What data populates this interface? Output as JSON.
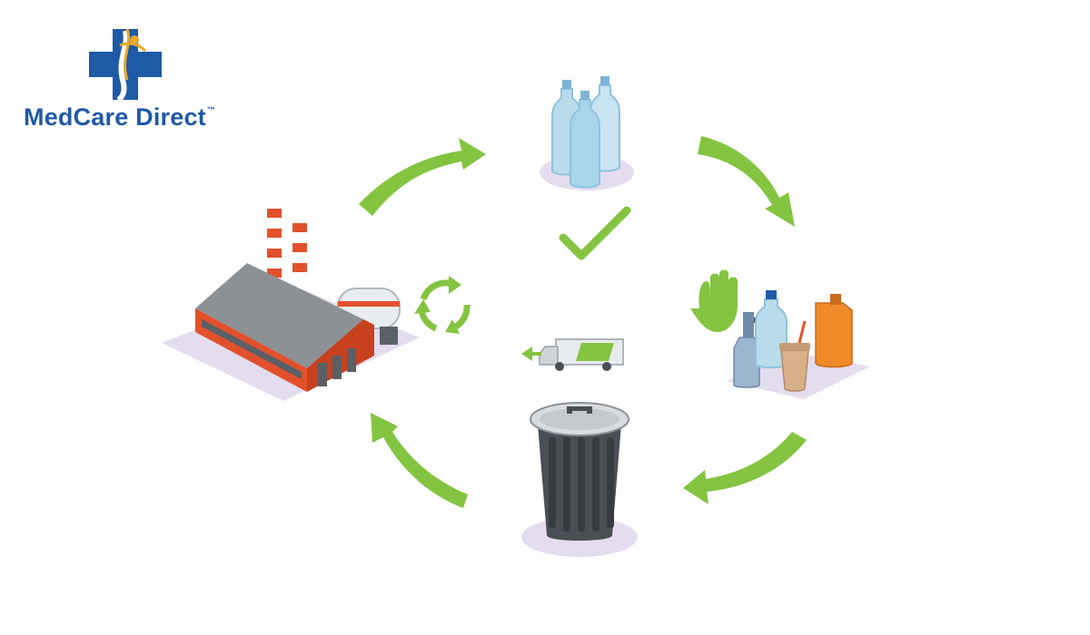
{
  "brand": {
    "name": "MedCare Direct",
    "mark": "™",
    "blue": "#1f5aa6",
    "gold": "#e8a92a"
  },
  "diagram": {
    "type": "recycling-cycle",
    "stages": [
      {
        "id": "factory",
        "icon": "factory-icon"
      },
      {
        "id": "new-bottles",
        "icon": "water-bottles-icon"
      },
      {
        "id": "used-products",
        "icon": "household-waste-icon"
      },
      {
        "id": "trash-can",
        "icon": "trash-can-icon"
      }
    ],
    "colors": {
      "arrow": "#84c441",
      "factory_roof": "#8c9196",
      "factory_wall": "#e2512b",
      "floor_shadow": "#e4ddef",
      "bin": "#4a4f55",
      "bottle": "#b9dcec"
    }
  }
}
